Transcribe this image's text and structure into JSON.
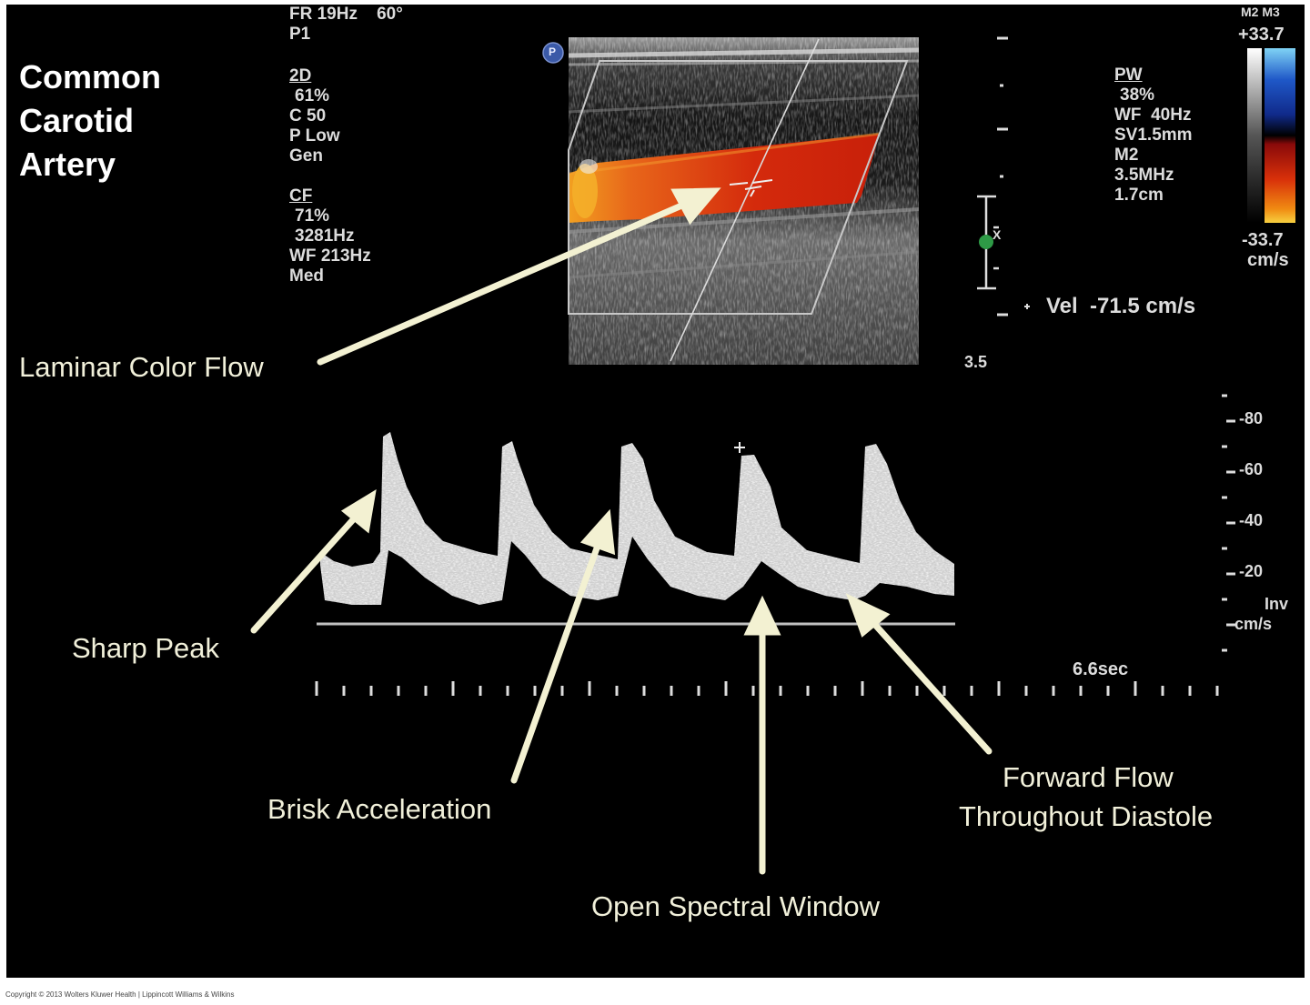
{
  "title_lines": [
    "Common",
    "Carotid",
    "Artery"
  ],
  "top_params": {
    "line1": "FR 19Hz    60°",
    "line2": "P1"
  },
  "params_2d": {
    "header": "2D",
    "lines": [
      "61%",
      "C 50",
      "P Low",
      "Gen"
    ]
  },
  "params_cf": {
    "header": "CF",
    "lines": [
      "71%",
      "3281Hz",
      "WF 213Hz",
      "Med"
    ]
  },
  "params_pw": {
    "header": "PW",
    "lines": [
      "38%",
      "WF  40Hz",
      "SV1.5mm",
      "M2",
      "3.5MHz",
      "1.7cm"
    ]
  },
  "colorbar": {
    "mode": "M2 M3",
    "max": "+33.7",
    "min": "-33.7",
    "unit": "cm/s"
  },
  "velocity_readout": "Vel  -71.5 cm/s",
  "depth_mark": "3.5",
  "time_label": "6.6sec",
  "velocity_scale": {
    "ticks": [
      "-80",
      "-60",
      "-40",
      "-20"
    ],
    "inv_label": "Inv",
    "unit": "cm/s"
  },
  "annotations": {
    "laminar": "Laminar Color Flow",
    "sharp_peak": "Sharp Peak",
    "brisk": "Brisk Acceleration",
    "window": "Open Spectral Window",
    "forward_1": "Forward Flow",
    "forward_2": "Throughout Diastole"
  },
  "probe_icon_letter": "P",
  "copyright": "Copyright © 2013 Wolters Kluwer Health | Lippincott Williams & Wilkins",
  "colors": {
    "arrow": "#f3f1d2",
    "flow_red": "#d7260a",
    "flow_orange": "#f07a12",
    "overlay_text": "#dcdcdc",
    "marker_green": "#2e9a46"
  }
}
